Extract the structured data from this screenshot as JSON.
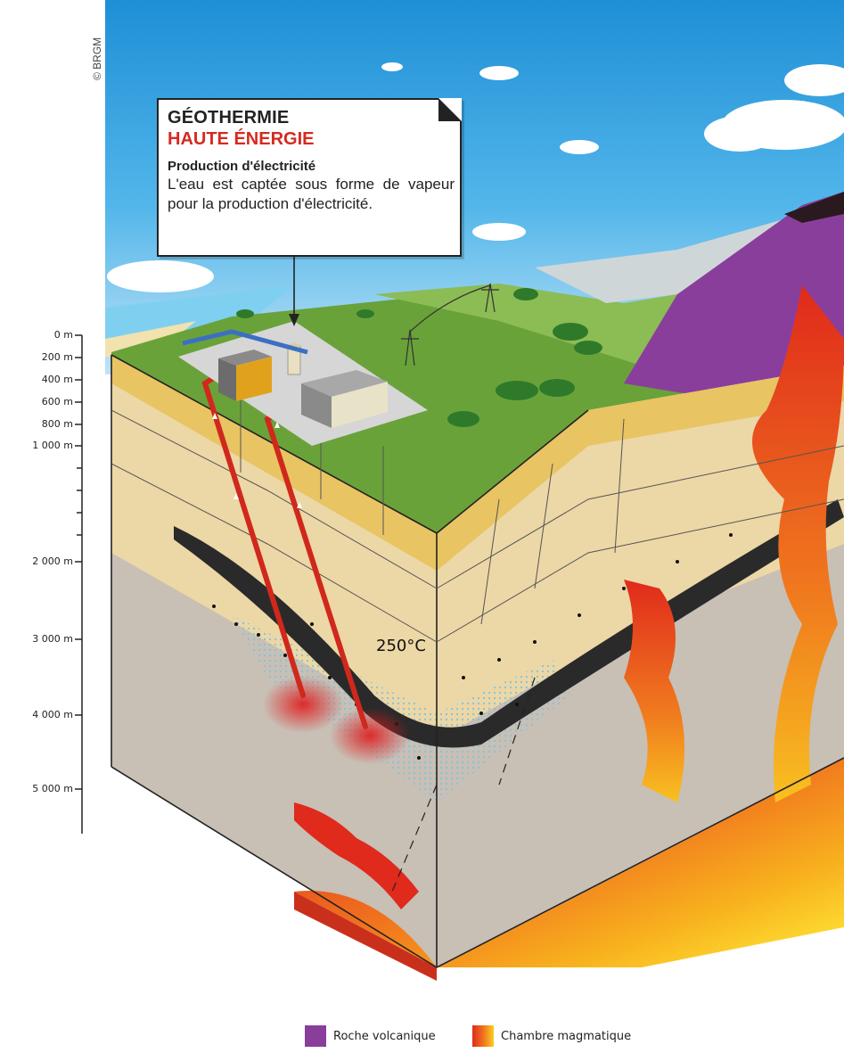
{
  "copyright": "© BRGM",
  "callout": {
    "title": "GÉOTHERMIE",
    "subtitle": "HAUTE ÉNERGIE",
    "heading": "Production d'électricité",
    "body": "L'eau est captée sous forme de vapeur pour la production d'électricité."
  },
  "depth_scale": [
    "0 m",
    "200 m",
    "400 m",
    "600 m",
    "800 m",
    "1 000 m",
    "2 000 m",
    "3 000 m",
    "4 000 m",
    "5 000 m"
  ],
  "temperature_label": "250°C",
  "legend": [
    {
      "label": "Roche volcanique",
      "color": "#8a3e9c"
    },
    {
      "label": "Chambre magmatique",
      "color": "#f0701e"
    }
  ],
  "colors": {
    "sky": "#3aa6e0",
    "grass": "#6aa23a",
    "sediment": "#ecd7a6",
    "basement": "#c8bfb5",
    "dark_layer": "#2a2a2a",
    "magma": "#e02a1c",
    "volcanic": "#8a3e9c"
  }
}
